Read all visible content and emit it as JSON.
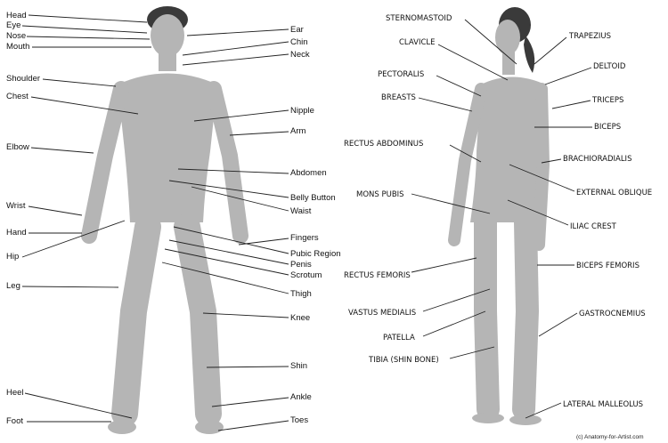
{
  "male_figure": {
    "labels": [
      "Head",
      "Eye",
      "Nose",
      "Mouth",
      "Shoulder",
      "Chest",
      "Elbow",
      "Wrist",
      "Hand",
      "Hip",
      "Leg",
      "Heel",
      "Foot",
      "Ear",
      "Chin",
      "Neck",
      "Nipple",
      "Arm",
      "Abdomen",
      "Belly Button",
      "Waist",
      "Fingers",
      "Pubic Region",
      "Penis",
      "Scrotum",
      "Thigh",
      "Knee",
      "Shin",
      "Ankle",
      "Toes"
    ]
  },
  "female_figure": {
    "labels": [
      "STERNOMASTOID",
      "CLAVICLE",
      "PECTORALIS",
      "BREASTS",
      "RECTUS ABDOMINUS",
      "MONS PUBIS",
      "RECTUS FEMORIS",
      "VASTUS MEDIALIS",
      "PATELLA",
      "TIBIA (SHIN BONE)",
      "TRAPEZIUS",
      "DELTOID",
      "TRICEPS",
      "BICEPS",
      "BRACHIORADIALIS",
      "EXTERNAL OBLIQUE",
      "ILIAC CREST",
      "BICEPS FEMORIS",
      "GASTROCNEMIUS",
      "LATERAL MALLEOLUS"
    ]
  },
  "copyright": "(c) Anatomy-for-Artist.com"
}
